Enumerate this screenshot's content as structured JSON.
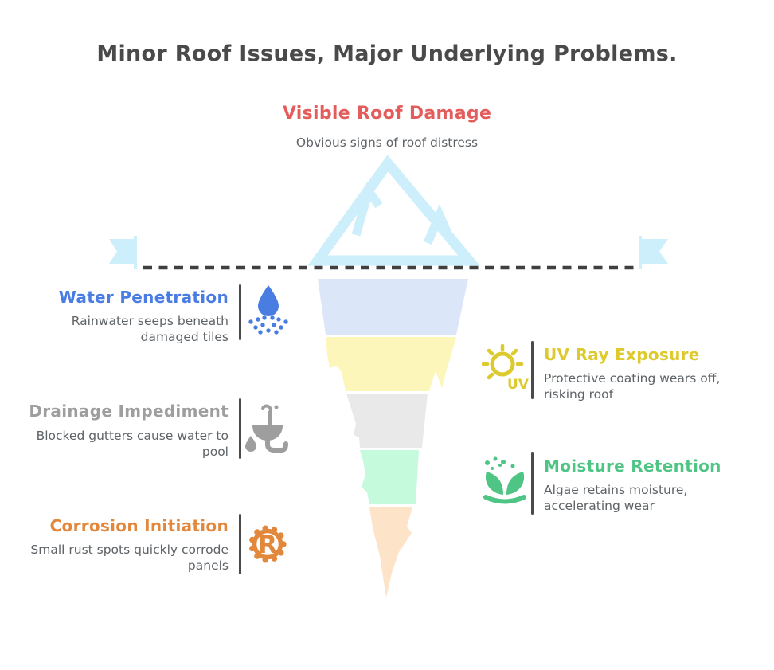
{
  "title": "Minor Roof Issues, Major Underlying Problems.",
  "theme": {
    "title_color": "#4a4a4a",
    "text_color": "#5e6367",
    "divider_color": "#4a4a4a",
    "iceberg_color": "#cdeefb",
    "waterline_color": "#3f3f3f",
    "background": "#ffffff"
  },
  "surface": {
    "heading": "Visible Roof Damage",
    "description": "Obvious signs of roof distress",
    "accent": "#e45d5d"
  },
  "stages": [
    {
      "heading": "Water Penetration",
      "description": "Rainwater seeps beneath damaged tiles",
      "accent": "#4a7de2",
      "fill": "#dbe6f9",
      "side": "left",
      "icon": "water-drop-icon"
    },
    {
      "heading": "UV Ray Exposure",
      "description": "Protective coating wears off, risking roof",
      "accent": "#ddca2e",
      "fill": "#fdf6bb",
      "side": "right",
      "icon": "sun-uv-icon",
      "icon_label": "UV"
    },
    {
      "heading": "Drainage Impediment",
      "description": "Blocked gutters cause water to pool",
      "accent": "#9e9e9e",
      "fill": "#e9e9e9",
      "side": "left",
      "icon": "sink-icon"
    },
    {
      "heading": "Moisture Retention",
      "description": "Algae retains moisture, accelerating wear",
      "accent": "#4ec584",
      "fill": "#c5fadd",
      "side": "right",
      "icon": "sprout-icon"
    },
    {
      "heading": "Corrosion Initiation",
      "description": "Small rust spots quickly corrode panels",
      "accent": "#e2883d",
      "fill": "#fde3c8",
      "side": "left",
      "icon": "gear-r-icon",
      "icon_label": "R"
    }
  ]
}
